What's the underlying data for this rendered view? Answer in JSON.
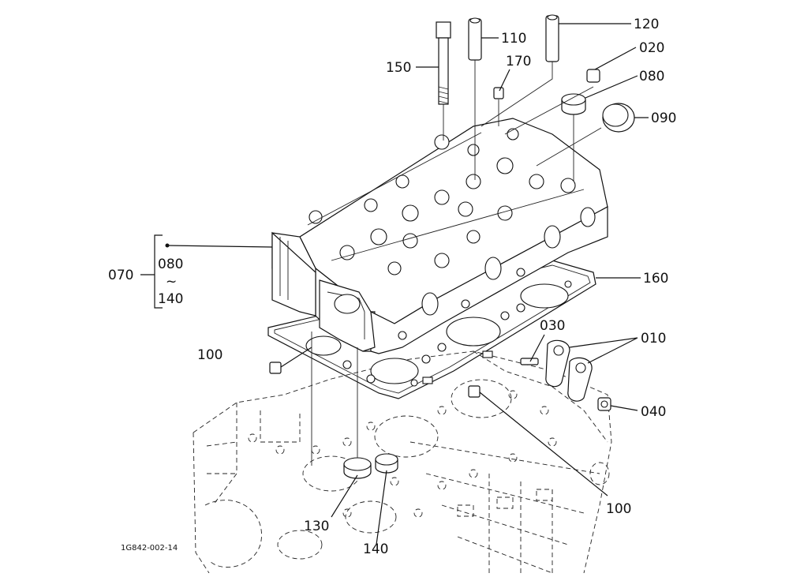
{
  "diagram": {
    "figure_code": "1G842-002-14",
    "callouts": {
      "c150": "150",
      "c110": "110",
      "c120": "120",
      "c170": "170",
      "c020": "020",
      "c080a": "080",
      "c090": "090",
      "c070": "070",
      "c080b": "080",
      "c_tilde": "~",
      "c140a": "140",
      "c160": "160",
      "c030": "030",
      "c010": "010",
      "c100a": "100",
      "c040": "040",
      "c100b": "100",
      "c130": "130",
      "c140b": "140"
    }
  }
}
